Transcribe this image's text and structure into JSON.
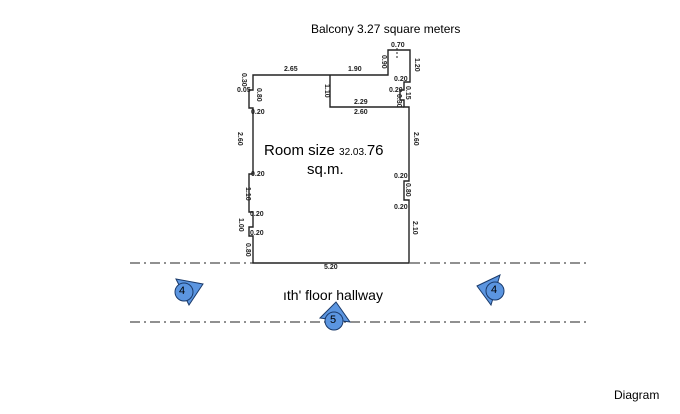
{
  "balcony_label": "Balcony 3.27 square meters",
  "room_label": "Room size",
  "room_size_small": "32.03.",
  "room_size_big": "76",
  "room_unit": "sq.m.",
  "hallway_label": "ıth' floor hallway",
  "caption": "Diagram",
  "markers": [
    {
      "label": "4"
    },
    {
      "label": "5"
    },
    {
      "label": "4"
    }
  ],
  "marker_color": "#5b95e0",
  "dims": {
    "top_left": "2.65",
    "top_mid": "1.90",
    "balcony_top": "0.70",
    "balcony_left": "0.90",
    "balcony_right": "1.20",
    "step1": "0.20",
    "step2": "0.20",
    "step3": "0.15",
    "step4": "0.30",
    "inner_top": "2.29",
    "inner_bottom": "2.60",
    "inner_vert": "1.10",
    "left_top": "0.30",
    "left_005": "0.05",
    "left_080": "0.80",
    "left_020a": "0.20",
    "left_260": "2.60",
    "left_020b": "0.20",
    "left_110": "1.10",
    "left_020c": "0.20",
    "left_100": "1.00",
    "left_020d": "0.20",
    "left_080b": "0.80",
    "right_260": "2.60",
    "right_020a": "0.20",
    "right_080": "0.80",
    "right_020b": "0.20",
    "right_210": "2.10",
    "bottom": "5.20"
  }
}
